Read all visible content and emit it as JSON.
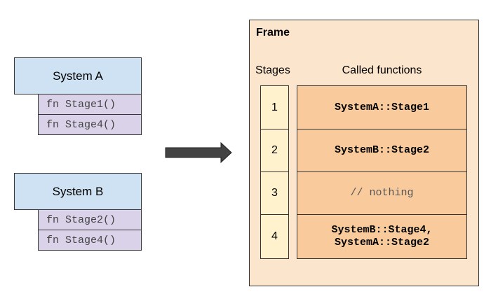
{
  "systems": [
    {
      "name": "System A",
      "functions": [
        "fn Stage1()",
        "fn Stage4()"
      ]
    },
    {
      "name": "System B",
      "functions": [
        "fn Stage2()",
        "fn Stage4()"
      ]
    }
  ],
  "frame": {
    "title": "Frame",
    "stages_label": "Stages",
    "functions_label": "Called functions",
    "rows": [
      {
        "stage": "1",
        "called": "SystemA::Stage1"
      },
      {
        "stage": "2",
        "called": "SystemB::Stage2"
      },
      {
        "stage": "3",
        "called": "// nothing"
      },
      {
        "stage": "4",
        "called": "SystemB::Stage4,\nSystemA::Stage2"
      }
    ]
  },
  "colors": {
    "system_header": "#cfe2f3",
    "function_row": "#d9d2e9",
    "frame_bg": "#fce5cd",
    "stage_cell": "#fff2cc",
    "func_cell": "#f9cb9c",
    "arrow": "#434343"
  },
  "icons": {
    "arrow": "right-arrow-icon"
  }
}
